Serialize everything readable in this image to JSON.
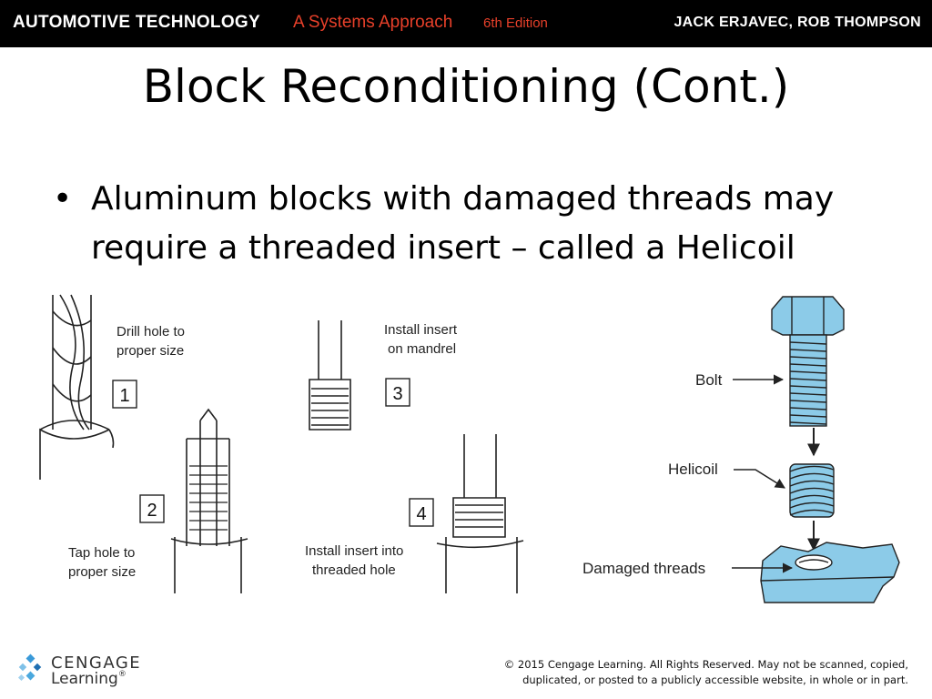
{
  "header": {
    "book_title": "AUTOMOTIVE TECHNOLOGY",
    "subtitle": "A Systems Approach",
    "edition": "6th Edition",
    "authors": "JACK ERJAVEC, ROB THOMPSON",
    "accent_color": "#e8402a"
  },
  "slide": {
    "title": "Block Reconditioning (Cont.)",
    "bullets": [
      {
        "symbol": "•",
        "text": "Aluminum blocks with damaged threads may require a threaded insert – called a Helicoil"
      }
    ]
  },
  "figure_steps": {
    "step1": {
      "number": "1",
      "label_line1": "Drill hole to",
      "label_line2": "proper size"
    },
    "step2": {
      "number": "2",
      "label_line1": "Tap hole to",
      "label_line2": "proper size"
    },
    "step3": {
      "number": "3",
      "label_line1": "Install insert",
      "label_line2": "on mandrel"
    },
    "step4": {
      "number": "4",
      "label_line1": "Install insert into",
      "label_line2": "threaded hole"
    }
  },
  "figure_parts": {
    "bolt": "Bolt",
    "helicoil": "Helicoil",
    "damaged_threads": "Damaged threads",
    "part_color": "#8ccbe8"
  },
  "footer": {
    "logo_name": "CENGAGE",
    "logo_sub": "Learning",
    "logo_mark": "®",
    "copyright_line1": "© 2015 Cengage Learning. All Rights Reserved. May not be scanned, copied,",
    "copyright_line2": "duplicated, or posted to a publicly accessible website, in whole or in part."
  }
}
